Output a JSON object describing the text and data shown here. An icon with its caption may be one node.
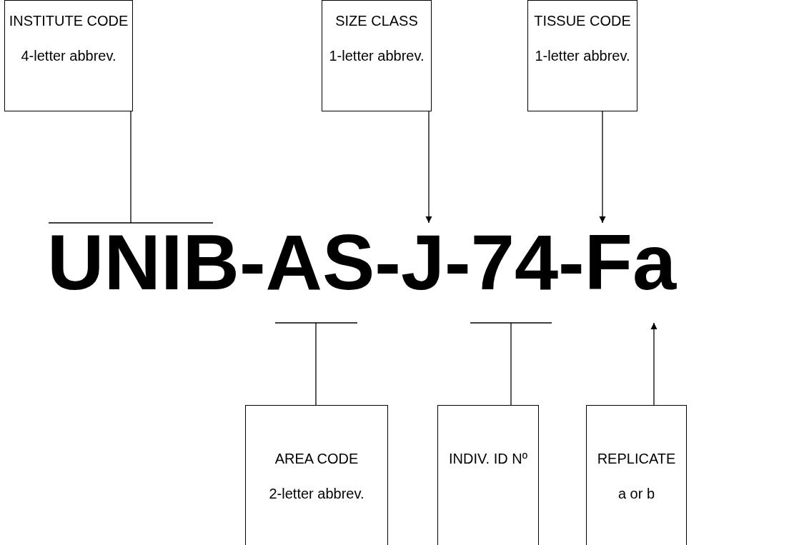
{
  "diagram": {
    "nodes": [
      {
        "text": [
          "INSTITUTE CODE",
          "4-letter abbrev."
        ]
      },
      {
        "text": [
          "SIZE CLASS",
          "1-letter abbrev."
        ]
      },
      {
        "text": [
          "TISSUE CODE",
          "1-letter abbrev."
        ]
      },
      {
        "text": [
          "UNIB-AS-J-74-Fa"
        ]
      },
      {
        "text": [
          "AREA CODE",
          "2-letter abbrev."
        ]
      },
      {
        "text": [
          "INDIV. ID Nº"
        ]
      },
      {
        "text": [
          "REPLICATE",
          "a or b"
        ]
      }
    ],
    "edges": [
      {
        "from": 0,
        "to": 3,
        "arrow": "none"
      },
      {
        "from": 1,
        "to": 3,
        "arrow": "to"
      },
      {
        "from": 2,
        "to": 3,
        "arrow": "to"
      },
      {
        "from": 4,
        "to": 3,
        "arrow": "none"
      },
      {
        "from": 5,
        "to": 3,
        "arrow": "none"
      },
      {
        "from": 6,
        "to": 3,
        "arrow": "to"
      }
    ]
  }
}
